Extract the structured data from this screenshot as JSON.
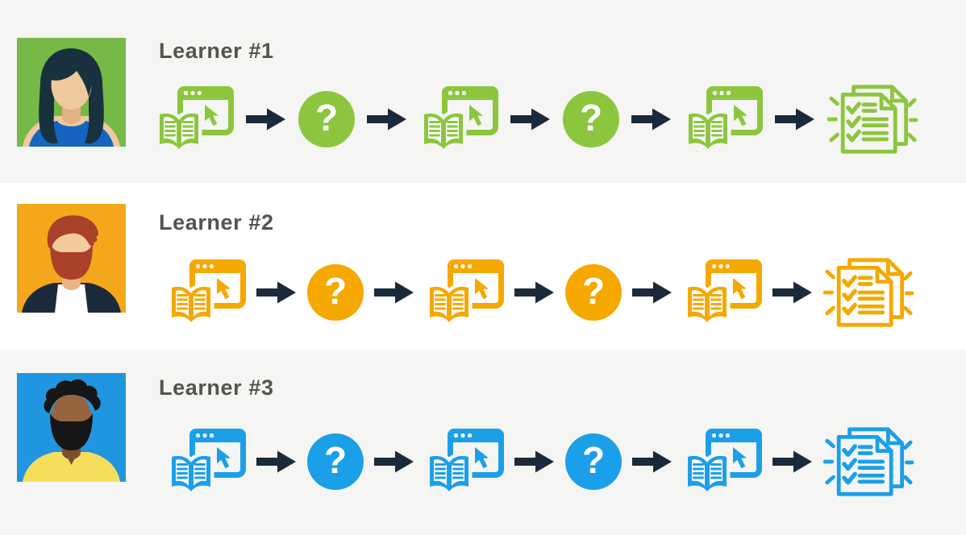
{
  "page": {
    "band_gray": "#F5F5F3",
    "band_white": "#FFFFFF",
    "flow_arrow_color": "#1B2A3A",
    "label_color": "#56524E"
  },
  "icons": {
    "question_mark": "?"
  },
  "rows": [
    {
      "label": "Learner #1",
      "accent": "#8CC63E",
      "avatar_bg": "#76B947",
      "avatar_description": "woman with long dark hair, blue top, green background",
      "band": "gray",
      "sequence": [
        "lesson",
        "arrow",
        "question",
        "arrow",
        "lesson",
        "arrow",
        "question",
        "arrow",
        "lesson",
        "arrow",
        "results"
      ]
    },
    {
      "label": "Learner #2",
      "accent": "#F5A800",
      "avatar_bg": "#F5A71C",
      "avatar_description": "man with red hair and beard, dark jacket, orange background",
      "band": "white",
      "sequence": [
        "lesson",
        "arrow",
        "question",
        "arrow",
        "lesson",
        "arrow",
        "question",
        "arrow",
        "lesson",
        "arrow",
        "results"
      ]
    },
    {
      "label": "Learner #3",
      "accent": "#1B9FE9",
      "avatar_bg": "#2196E0",
      "avatar_description": "man with black curly hair and beard, yellow shirt, blue background",
      "band": "gray",
      "sequence": [
        "lesson",
        "arrow",
        "question",
        "arrow",
        "lesson",
        "arrow",
        "question",
        "arrow",
        "lesson",
        "arrow",
        "results"
      ]
    }
  ]
}
